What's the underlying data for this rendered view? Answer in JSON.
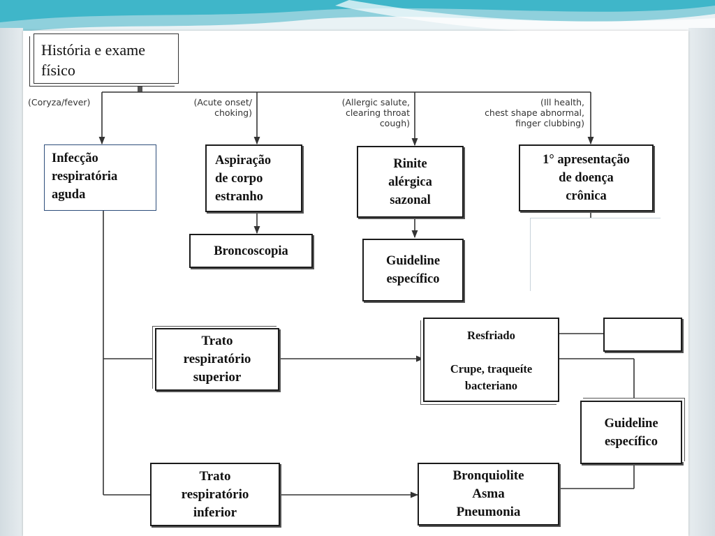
{
  "start": {
    "label": "História e exame\nfísico"
  },
  "conditions": [
    {
      "id": "coryza",
      "label": "(Coryza/fever)"
    },
    {
      "id": "acute",
      "label": "(Acute onset/\nchoking)"
    },
    {
      "id": "allergic",
      "label": "(Allergic salute,\nclearing throat\ncough)"
    },
    {
      "id": "ill",
      "label": "(Ill health,\nchest shape abnormal,\nfinger clubbing)"
    }
  ],
  "nodes": {
    "infeccao": "Infecção\nrespiratória\naguda",
    "aspiracao": "Aspiração\nde corpo\nestranho",
    "rinite": "Rinite\nalérgica\nsazonal",
    "cronica": "1° apresentação\nde doença\ncrônica",
    "broncoscopia": "Broncoscopia",
    "guideline_rinite": "Guideline\nespecífico",
    "superior": "Trato\nrespiratório\nsuperior",
    "inferior": "Trato\nrespiratório\ninferior",
    "resfriado": "Resfriado\n\nCrupe, traqueíte\nbacteriano",
    "bronquiolite": "Bronquiolite\nAsma\nPneumonia",
    "guideline_right": "Guideline\nespecífico",
    "empty": ""
  },
  "colors": {
    "line": "#333333",
    "thin_border": "#2d4d7a",
    "bg_teal": "#36b3c6"
  }
}
